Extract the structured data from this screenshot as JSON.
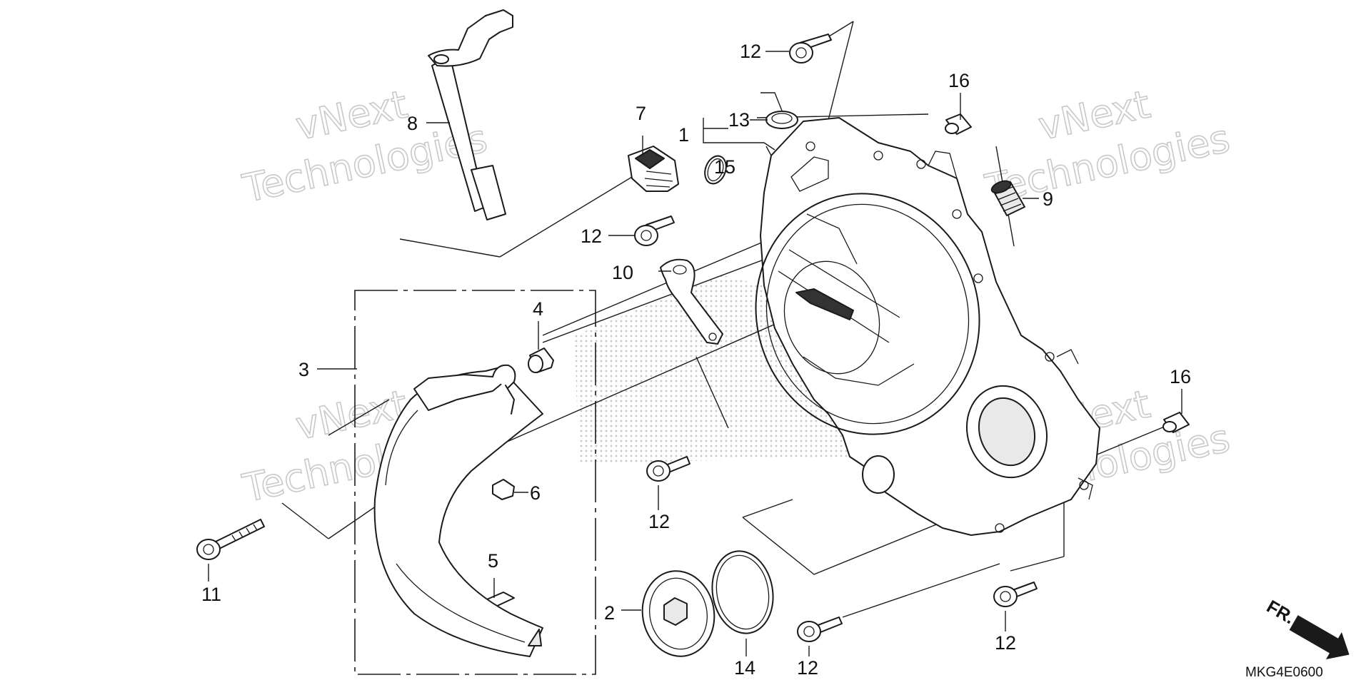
{
  "diagram_code": "MKG4E0600",
  "direction_marker": "FR.",
  "watermark": {
    "line1": "vNext",
    "line2": "Technologies"
  },
  "callouts": [
    {
      "id": "c1",
      "text": "1"
    },
    {
      "id": "c2",
      "text": "2"
    },
    {
      "id": "c3",
      "text": "3"
    },
    {
      "id": "c4",
      "text": "4"
    },
    {
      "id": "c5",
      "text": "5"
    },
    {
      "id": "c6",
      "text": "6"
    },
    {
      "id": "c7",
      "text": "7"
    },
    {
      "id": "c8",
      "text": "8"
    },
    {
      "id": "c9",
      "text": "9"
    },
    {
      "id": "c10",
      "text": "10"
    },
    {
      "id": "c11",
      "text": "11"
    },
    {
      "id": "c12a",
      "text": "12"
    },
    {
      "id": "c12b",
      "text": "12"
    },
    {
      "id": "c12c",
      "text": "12"
    },
    {
      "id": "c12d",
      "text": "12"
    },
    {
      "id": "c12e",
      "text": "12"
    },
    {
      "id": "c13",
      "text": "13"
    },
    {
      "id": "c14",
      "text": "14"
    },
    {
      "id": "c15",
      "text": "15"
    },
    {
      "id": "c16a",
      "text": "16"
    },
    {
      "id": "c16b",
      "text": "16"
    }
  ],
  "colors": {
    "line": "#1a1a1a",
    "watermark": "#c9c9c9",
    "background": "#ffffff"
  }
}
